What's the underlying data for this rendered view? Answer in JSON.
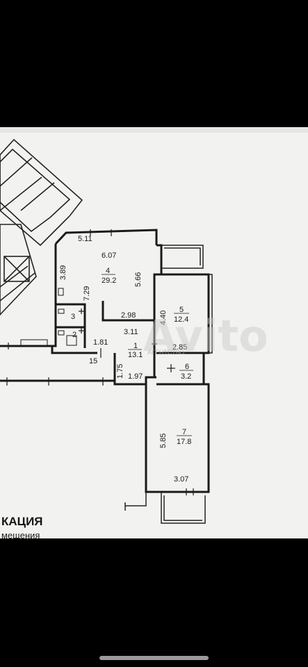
{
  "plan": {
    "rooms": [
      {
        "id": "4",
        "area": "29.2"
      },
      {
        "id": "5",
        "area": "12.4"
      },
      {
        "id": "1",
        "area": "13.1"
      },
      {
        "id": "6",
        "area": "3.2"
      },
      {
        "id": "7",
        "area": "17.8"
      },
      {
        "id": "3",
        "area": ""
      },
      {
        "id": "2",
        "area": ""
      },
      {
        "id": "15",
        "area": ""
      }
    ],
    "dimensions": [
      "5.11",
      "6.07",
      "3.89",
      "5.66",
      "7.29",
      "2.98",
      "3.11",
      "4.40",
      "1.81",
      "2.85",
      "1.75",
      "1.97",
      "5.85",
      "3.07"
    ],
    "caption": {
      "title": "КАЦИЯ",
      "subtitle": "мещения"
    }
  },
  "watermark": {
    "brand": "Avito",
    "overlay": "АГЕНТСТВО"
  }
}
